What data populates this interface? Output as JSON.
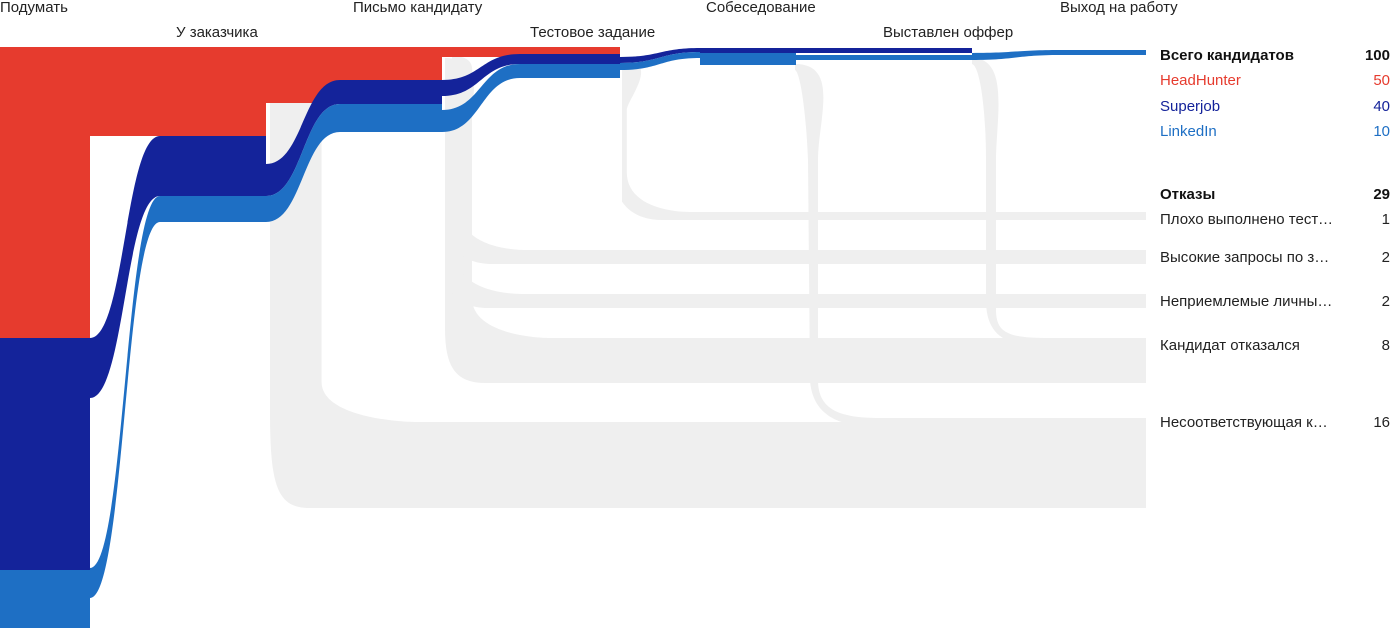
{
  "stages": [
    "Подумать",
    "У заказчика",
    "Письмо кандидату",
    "Тестовое задание",
    "Собеседование",
    "Выставлен оффер",
    "Выход на работу"
  ],
  "legend": {
    "total": {
      "label": "Всего кандидатов",
      "value": "100"
    },
    "sources": [
      {
        "name": "HeadHunter",
        "value": "50",
        "color": "#e63b2e"
      },
      {
        "name": "Superjob",
        "value": "40",
        "color": "#14239a"
      },
      {
        "name": "LinkedIn",
        "value": "10",
        "color": "#1e6fc4"
      }
    ],
    "rejections_total": {
      "label": "Отказы",
      "value": "29"
    },
    "rejections": [
      {
        "name": "Плохо выполнено тестовое задание",
        "value": "1"
      },
      {
        "name": "Высокие запросы по зарплате",
        "value": "2"
      },
      {
        "name": "Неприемлемые личные качества",
        "value": "2"
      },
      {
        "name": "Кандидат отказался",
        "value": "8"
      },
      {
        "name": "Несоответствующая квалификация",
        "value": "16"
      }
    ]
  },
  "colors": {
    "rejection": "#efefef",
    "text": "#222222"
  }
}
